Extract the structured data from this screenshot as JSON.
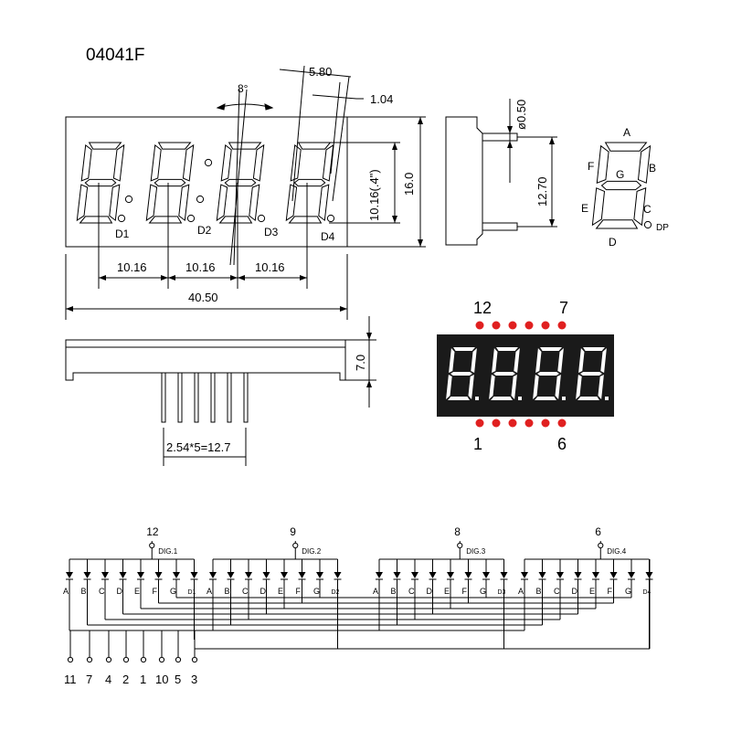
{
  "part_number": "04041F",
  "front_view": {
    "angle": "8°",
    "dim_slant_width": "5.80",
    "dim_dp_offset": "1.04",
    "dim_char_height": "10.16(.4\")",
    "dim_height": "16.0",
    "digit_labels": [
      "D1",
      "D2",
      "D3",
      "D4"
    ],
    "dim_pitch": [
      "10.16",
      "10.16",
      "10.16"
    ],
    "dim_width": "40.50"
  },
  "side_view": {
    "dim_pin_dia": "ø0.50",
    "dim_pin_row": "12.70"
  },
  "segment_map": {
    "labels": [
      "A",
      "B",
      "C",
      "D",
      "E",
      "F",
      "G",
      "DP"
    ]
  },
  "bottom_view": {
    "dim_depth": "7.0",
    "dim_pin_pitch": "2.54*5=12.7"
  },
  "photo": {
    "pin_top_left": "12",
    "pin_top_right": "7",
    "pin_bottom_left": "1",
    "pin_bottom_right": "6",
    "segment_color": "#ffffff",
    "body_color": "#1a1a1a",
    "pin_dot_color": "#e02020"
  },
  "schematic": {
    "digits": [
      {
        "common_pin": "12",
        "label": "DIG.1",
        "segments": [
          "A",
          "B",
          "C",
          "D",
          "E",
          "F",
          "G",
          "D1"
        ]
      },
      {
        "common_pin": "9",
        "label": "DIG.2",
        "segments": [
          "A",
          "B",
          "C",
          "D",
          "E",
          "F",
          "G",
          "D2"
        ]
      },
      {
        "common_pin": "8",
        "label": "DIG.3",
        "segments": [
          "A",
          "B",
          "C",
          "D",
          "E",
          "F",
          "G",
          "D3"
        ]
      },
      {
        "common_pin": "6",
        "label": "DIG.4",
        "segments": [
          "A",
          "B",
          "C",
          "D",
          "E",
          "F",
          "G",
          "D4"
        ]
      }
    ],
    "bottom_pins": [
      "11",
      "7",
      "4",
      "2",
      "1",
      "10",
      "5",
      "3"
    ]
  }
}
